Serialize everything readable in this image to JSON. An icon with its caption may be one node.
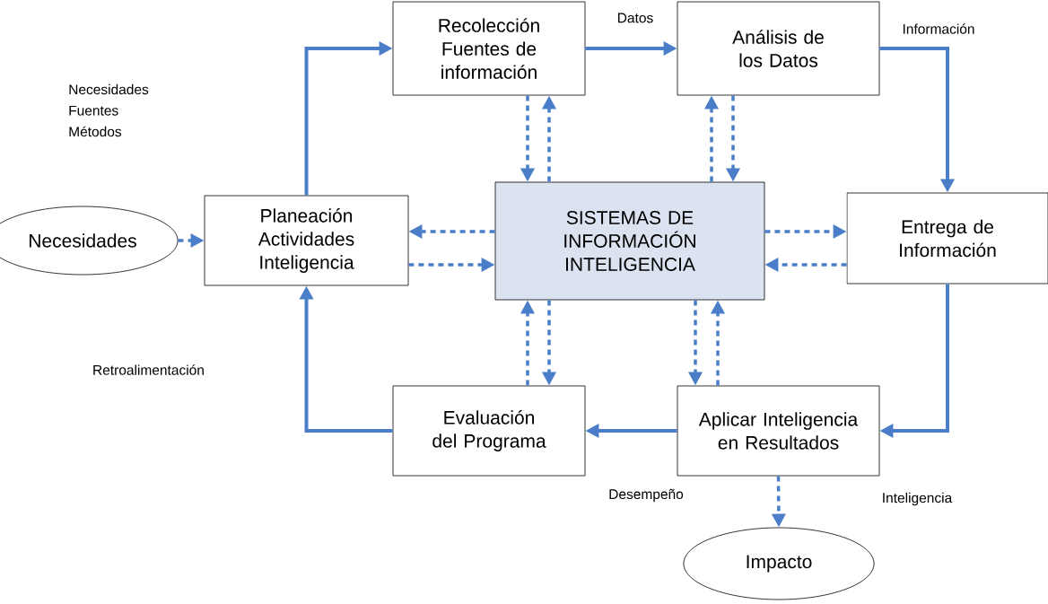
{
  "diagram": {
    "nodes": [
      {
        "text": [
          "Necesidades"
        ]
      },
      {
        "text": [
          "Planeación Actividades Inteligencia"
        ]
      },
      {
        "text": [
          "Recolección Fuentes de información"
        ]
      },
      {
        "text": [
          "Análisis de los Datos"
        ]
      },
      {
        "text": [
          "SISTEMAS DE INFORMACIÓN INTELIGENCIA"
        ]
      },
      {
        "text": [
          "Entrega de Información"
        ]
      },
      {
        "text": [
          "Aplicar Inteligencia en Resultados"
        ]
      },
      {
        "text": [
          "Evaluación del Programa"
        ]
      },
      {
        "text": [
          "Impacto"
        ]
      }
    ],
    "edges": [
      {
        "from": 1,
        "to": 2,
        "arrow": "to"
      },
      {
        "from": 2,
        "to": 3,
        "arrow": "to",
        "label": "Datos"
      },
      {
        "from": 3,
        "to": 5,
        "arrow": "to"
      },
      {
        "from": 5,
        "to": 6,
        "arrow": "to",
        "label": "Inteligencia"
      },
      {
        "from": 6,
        "to": 7,
        "arrow": "to",
        "label": "Desempeño"
      },
      {
        "from": 7,
        "to": 1,
        "arrow": "to"
      },
      {
        "from": 0,
        "to": 1,
        "arrow": "to",
        "style": "dashed"
      },
      {
        "from": 4,
        "to": 1,
        "arrow": "to",
        "style": "dashed"
      },
      {
        "from": 1,
        "to": 4,
        "arrow": "to",
        "style": "dashed"
      },
      {
        "from": 2,
        "to": 4,
        "arrow": "to",
        "style": "dashed"
      },
      {
        "from": 4,
        "to": 2,
        "arrow": "to",
        "style": "dashed"
      },
      {
        "from": 4,
        "to": 3,
        "arrow": "to",
        "style": "dashed"
      },
      {
        "from": 3,
        "to": 4,
        "arrow": "to",
        "style": "dashed"
      },
      {
        "from": 4,
        "to": 5,
        "arrow": "to",
        "style": "dashed"
      },
      {
        "from": 5,
        "to": 4,
        "arrow": "to",
        "style": "dashed"
      },
      {
        "from": 4,
        "to": 6,
        "arrow": "to",
        "style": "dashed"
      },
      {
        "from": 6,
        "to": 4,
        "arrow": "to",
        "style": "dashed"
      },
      {
        "from": 7,
        "to": 4,
        "arrow": "to",
        "style": "dashed"
      },
      {
        "from": 4,
        "to": 7,
        "arrow": "to",
        "style": "dashed"
      },
      {
        "from": 6,
        "to": 8,
        "arrow": "to",
        "style": "dashed"
      }
    ],
    "labels": [
      "Información",
      "Necesidades Fuentes Métodos",
      "Retroalimentación"
    ]
  }
}
